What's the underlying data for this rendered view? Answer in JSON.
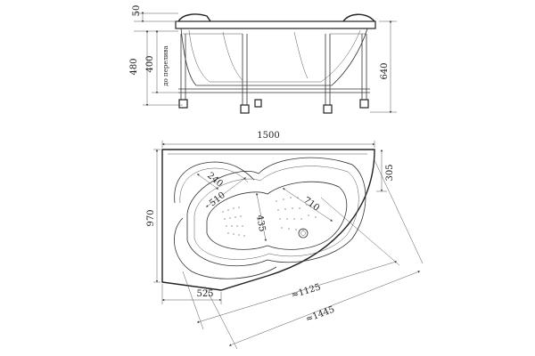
{
  "side_view": {
    "dims": {
      "top": "50",
      "depth": "480",
      "overflow": "400",
      "overflow_note": "до перелива",
      "total_height": "640"
    }
  },
  "plan_view": {
    "dims": {
      "width": "1500",
      "height": "970",
      "right_side": "305",
      "left_bottom": "525",
      "seat_radius": "240",
      "inner_a": "510",
      "inner_b": "435",
      "inner_c": "710",
      "diag_inner": "≈1125",
      "diag_outer": "≈1445"
    }
  }
}
